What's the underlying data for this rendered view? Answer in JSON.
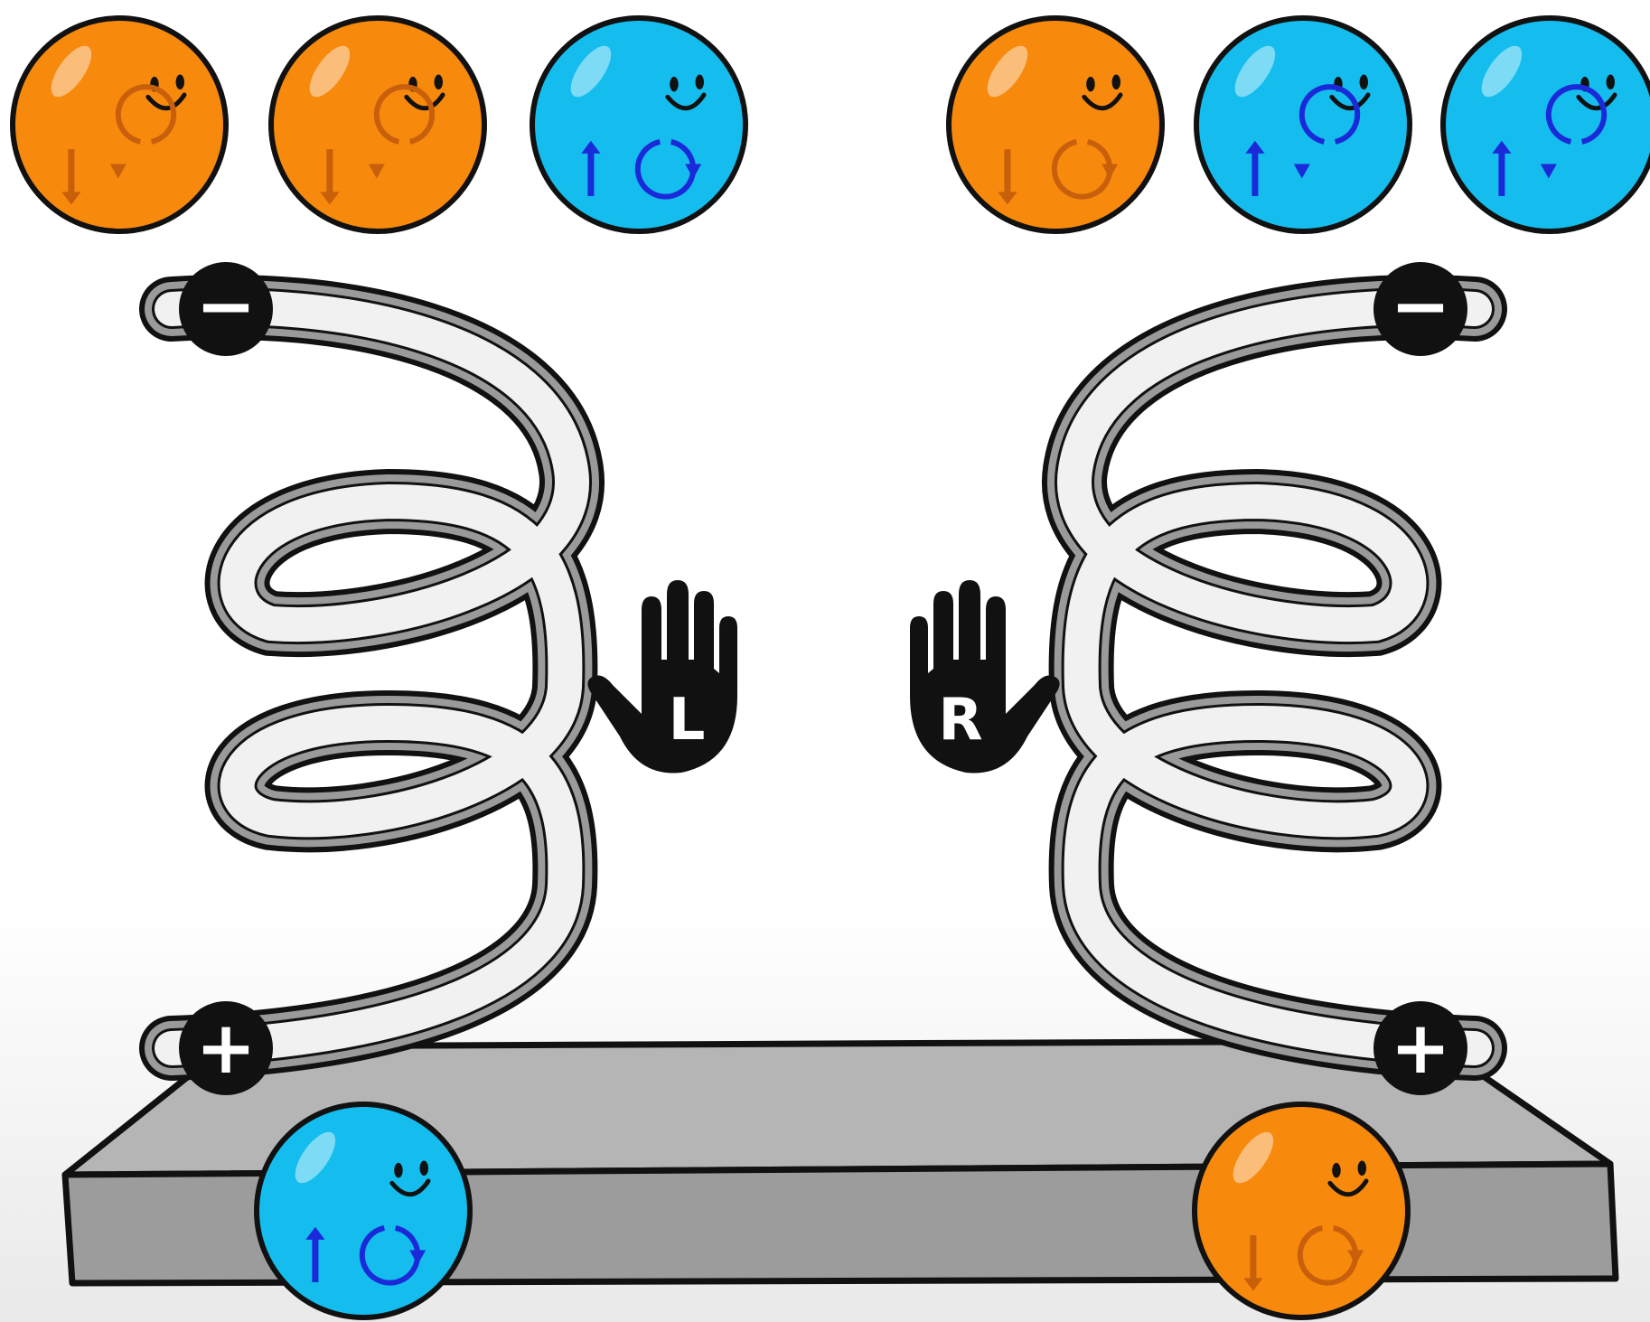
{
  "colors": {
    "background": "#ffffff",
    "electron_orange": "#f7890d",
    "electron_orange_dark": "#e0760a",
    "electron_blue": "#14bdee",
    "electron_blue_dark": "#0aa8db",
    "arrow_orange": "#c8600b",
    "arrow_blue": "#1a2ad8",
    "helix_light": "#f1f1f1",
    "helix_inner": "#9a9a9a",
    "plate_top": "#b5b5b5",
    "plate_front": "#9c9c9c",
    "outline": "#111111"
  },
  "diagram": {
    "top_row": [
      {
        "color": "orange",
        "spin": "down",
        "rotation": "counterclockwise",
        "icon": "electron-spin-down-icon"
      },
      {
        "color": "orange",
        "spin": "down",
        "rotation": "counterclockwise",
        "icon": "electron-spin-down-icon"
      },
      {
        "color": "blue",
        "spin": "up",
        "rotation": "clockwise",
        "icon": "electron-spin-up-icon"
      },
      {
        "color": "orange",
        "spin": "down",
        "rotation": "clockwise",
        "icon": "electron-spin-down-icon"
      },
      {
        "color": "blue",
        "spin": "up",
        "rotation": "counterclockwise",
        "icon": "electron-spin-up-icon"
      },
      {
        "color": "blue",
        "spin": "up",
        "rotation": "counterclockwise",
        "icon": "electron-spin-up-icon"
      }
    ],
    "left_helix": {
      "handedness": "left",
      "top_pole": "−",
      "bottom_pole": "+"
    },
    "right_helix": {
      "handedness": "right",
      "top_pole": "−",
      "bottom_pole": "+"
    },
    "left_hand": {
      "letter": "L",
      "icon": "left-hand-icon"
    },
    "right_hand": {
      "letter": "R",
      "icon": "right-hand-icon"
    },
    "bottom_electrons": [
      {
        "color": "blue",
        "spin": "up",
        "rotation": "clockwise",
        "icon": "electron-spin-up-icon"
      },
      {
        "color": "orange",
        "spin": "down",
        "rotation": "clockwise",
        "icon": "electron-spin-down-icon"
      }
    ]
  }
}
